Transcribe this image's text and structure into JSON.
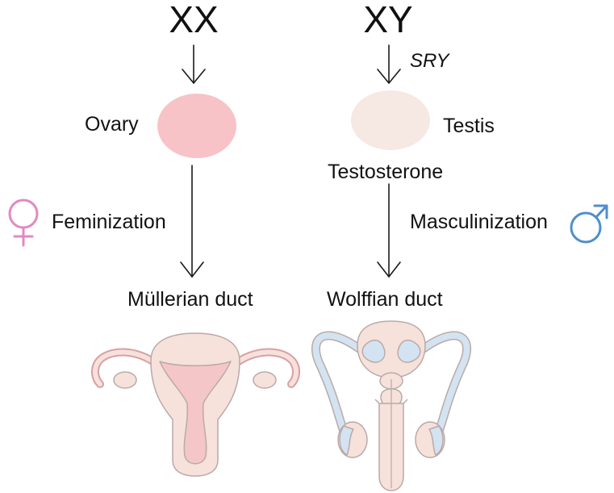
{
  "female": {
    "karyotype": "XX",
    "gonad": "Ovary",
    "process": "Feminization",
    "duct": "Müllerian duct",
    "symbol_icon": "venus-icon",
    "gonad_color": "#f7c3c6",
    "symbol_color": "#e289c0"
  },
  "male": {
    "karyotype": "XY",
    "gene": "SRY",
    "gonad": "Testis",
    "hormone": "Testosterone",
    "process": "Masculinization",
    "duct": "Wolffian duct",
    "symbol_icon": "mars-icon",
    "gonad_color": "#f6e8e3",
    "symbol_color": "#4f8fcc"
  },
  "colors": {
    "tissue_pink": "#f5c6c8",
    "tissue_light": "#f6e1db",
    "duct_blue": "#d3e3f1",
    "outline": "#b9aaa8"
  }
}
